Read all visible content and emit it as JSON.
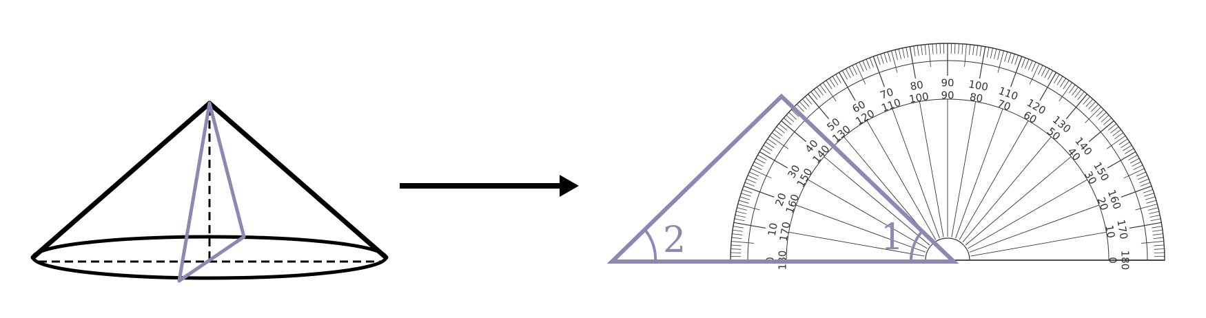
{
  "colors": {
    "ink": "#000000",
    "accent": "#8f87b3",
    "scale": "#333333"
  },
  "figures": {
    "cone": {
      "name": "cone-with-cross-section"
    },
    "arrow": {
      "name": "transform-arrow"
    },
    "protractor": {
      "outer_scale_labels": [
        "0",
        "10",
        "20",
        "30",
        "40",
        "50",
        "60",
        "70",
        "80",
        "90",
        "100",
        "110",
        "120",
        "130",
        "140",
        "150",
        "160",
        "170",
        "180"
      ],
      "inner_scale_labels": [
        "180",
        "170",
        "160",
        "150",
        "140",
        "130",
        "120",
        "110",
        "100",
        "90",
        "80",
        "70",
        "60",
        "50",
        "40",
        "30",
        "20",
        "10",
        "0"
      ]
    },
    "triangle": {
      "angle_label_1": "1",
      "angle_label_2": "2"
    }
  }
}
